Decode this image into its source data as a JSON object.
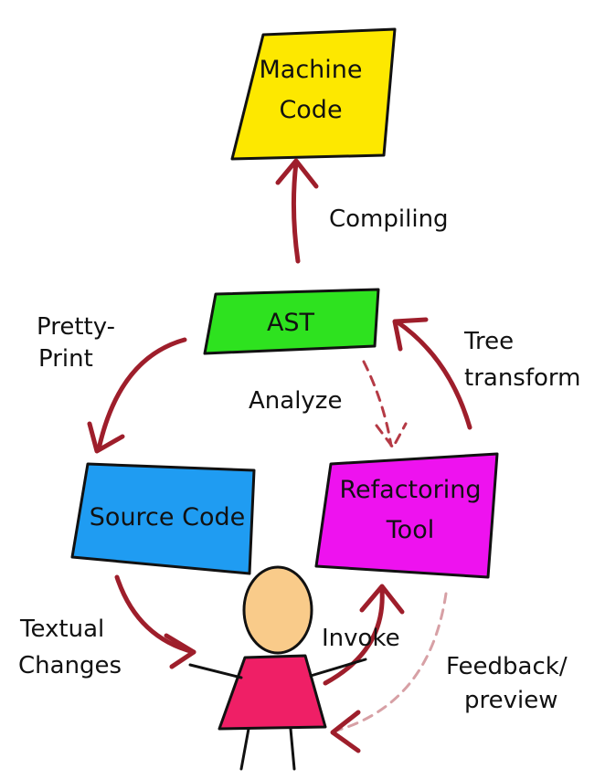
{
  "nodes": {
    "machine_code": {
      "line1": "Machine",
      "line2": "Code",
      "color": "#fde800"
    },
    "ast": {
      "label": "AST",
      "color": "#2ee21f"
    },
    "source_code": {
      "label": "Source Code",
      "color": "#1f9cf2"
    },
    "refactoring_tool": {
      "line1": "Refactoring",
      "line2": "Tool",
      "color": "#ee12ef"
    }
  },
  "person": {
    "head_color": "#f9cb8a",
    "body_color": "#ef1f66"
  },
  "edges": {
    "compiling": {
      "label": "Compiling"
    },
    "pretty_print": {
      "line1": "Pretty-",
      "line2": "Print"
    },
    "analyze": {
      "label": "Analyze"
    },
    "tree_transform": {
      "line1": "Tree",
      "line2": "transform"
    },
    "textual_changes": {
      "line1": "Textual",
      "line2": "Changes"
    },
    "invoke": {
      "label": "Invoke"
    },
    "feedback_preview": {
      "line1": "Feedback/",
      "line2": "preview"
    }
  },
  "arrow_color": "#9e1e2b"
}
